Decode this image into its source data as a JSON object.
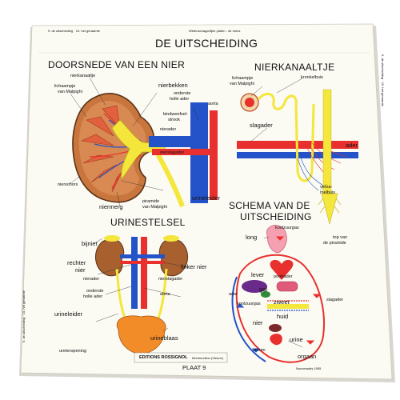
{
  "poster": {
    "corner_top_left": "9. de uitscheiding · 10. het geraamte",
    "corner_top_center": "Wetenschappelijke platen - de mens",
    "side_right": "9. de uitscheiding · 10. het geraamte",
    "side_left": "9. de uitscheiding · 10. het geraamte",
    "main_title": "DE UITSCHEIDING",
    "footer_publisher": "EDITIONS ROSSIGNOL",
    "footer_place": "Montmorillon (Vienne)",
    "footer_plate": "PLAAT 9",
    "footer_right": "Nouveautés 1955",
    "colors": {
      "paper": "#fbfaf3",
      "artery": "#e8302e",
      "vein": "#2452c8",
      "urine": "#f4e63a",
      "kidney": "#c8763e",
      "bladder": "#f28c28"
    }
  },
  "sections": {
    "kidney_title": "DOORSNEDE VAN EEN NIER",
    "nephron_title": "NIERKANAALTJE",
    "urinary_title": "URINESTELSEL",
    "schema_title_1": "SCHEMA VAN DE",
    "schema_title_2": "UITSCHEIDING"
  },
  "kidney_labels": {
    "nierkanaaltje": "nierkanaaltje",
    "lichaampje_1": "lichaampje",
    "lichaampje_2": "van Malpighi",
    "nierbekken": "nierbekken",
    "onderste_1": "onderste",
    "onderste_2": "holle ader",
    "aorta": "aorta",
    "bindweefsel_1": "bindweefsel-",
    "bindweefsel_2": "strook",
    "nierader": "nierader",
    "nierslagader": "nierslagader",
    "nierschors": "nierschors",
    "niermerg": "niermerg",
    "piramide_1": "piramide",
    "piramide_2": "van Malpighi",
    "urineleider": "urineleider"
  },
  "nephron_labels": {
    "lichaampje_1": "lichaampje",
    "lichaampje_2": "van Malpighi",
    "kronkelbuis": "kronkelbuis",
    "slagader": "slagader",
    "ader": "ader",
    "verzamelbuis_1": "verza-",
    "verzamelbuis_2": "melbuis",
    "top_1": "top van",
    "top_2": "de piramide"
  },
  "urinary_labels": {
    "bijnier": "bijnier",
    "rechter_1": "rechter",
    "rechter_2": "nier",
    "linker": "linker nier",
    "nierader": "nierader",
    "nierslagader": "nierslagader",
    "onderste_1": "onderste",
    "onderste_2": "holle ader",
    "aorta": "aorta",
    "urineleider": "urineleider",
    "urineblaas": "urineblaas",
    "ureteropening": "ureteropening"
  },
  "schema_labels": {
    "koolzuurgas_top": "koolzuurgas",
    "long": "long",
    "lever": "lever",
    "poortader": "poortader",
    "gal": "gal",
    "ader": "ader",
    "koolzuurgas_left": "koolzuurgas",
    "zweet": "zweet",
    "slagader": "slagader",
    "huid": "huid",
    "nier": "nier",
    "urine": "urine",
    "ureum": "ureum",
    "orgaan": "orgaan"
  }
}
